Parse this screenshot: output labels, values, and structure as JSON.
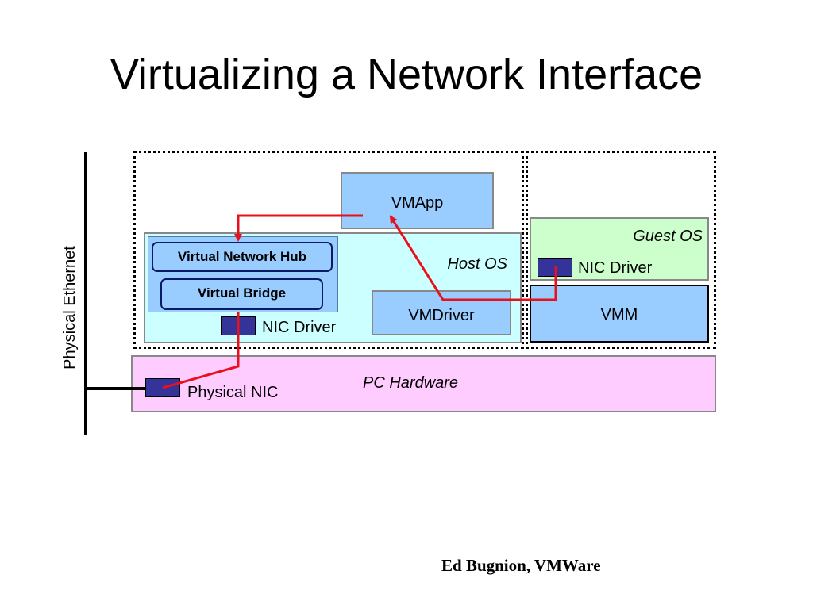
{
  "title": "Virtualizing a Network Interface",
  "physical_ethernet_label": "Physical Ethernet",
  "components": {
    "vmapp": "VMApp",
    "host_os": "Host OS",
    "guest_os": "Guest OS",
    "virtual_network_hub": "Virtual Network Hub",
    "virtual_bridge": "Virtual Bridge",
    "host_nic_driver": "NIC Driver",
    "guest_nic_driver": "NIC Driver",
    "vmdriver": "VMDriver",
    "vmm": "VMM",
    "pc_hardware": "PC Hardware",
    "physical_nic": "Physical NIC"
  },
  "footer": "Ed Bugnion, VMWare",
  "colors": {
    "app_blue": "#99ccff",
    "host_os_cyan": "#ccffff",
    "guest_os_green": "#ccffcc",
    "pc_hardware_pink": "#ffccff",
    "nic_chip": "#333399",
    "path_red": "#e8101a",
    "ethernet_line": "#000000"
  }
}
